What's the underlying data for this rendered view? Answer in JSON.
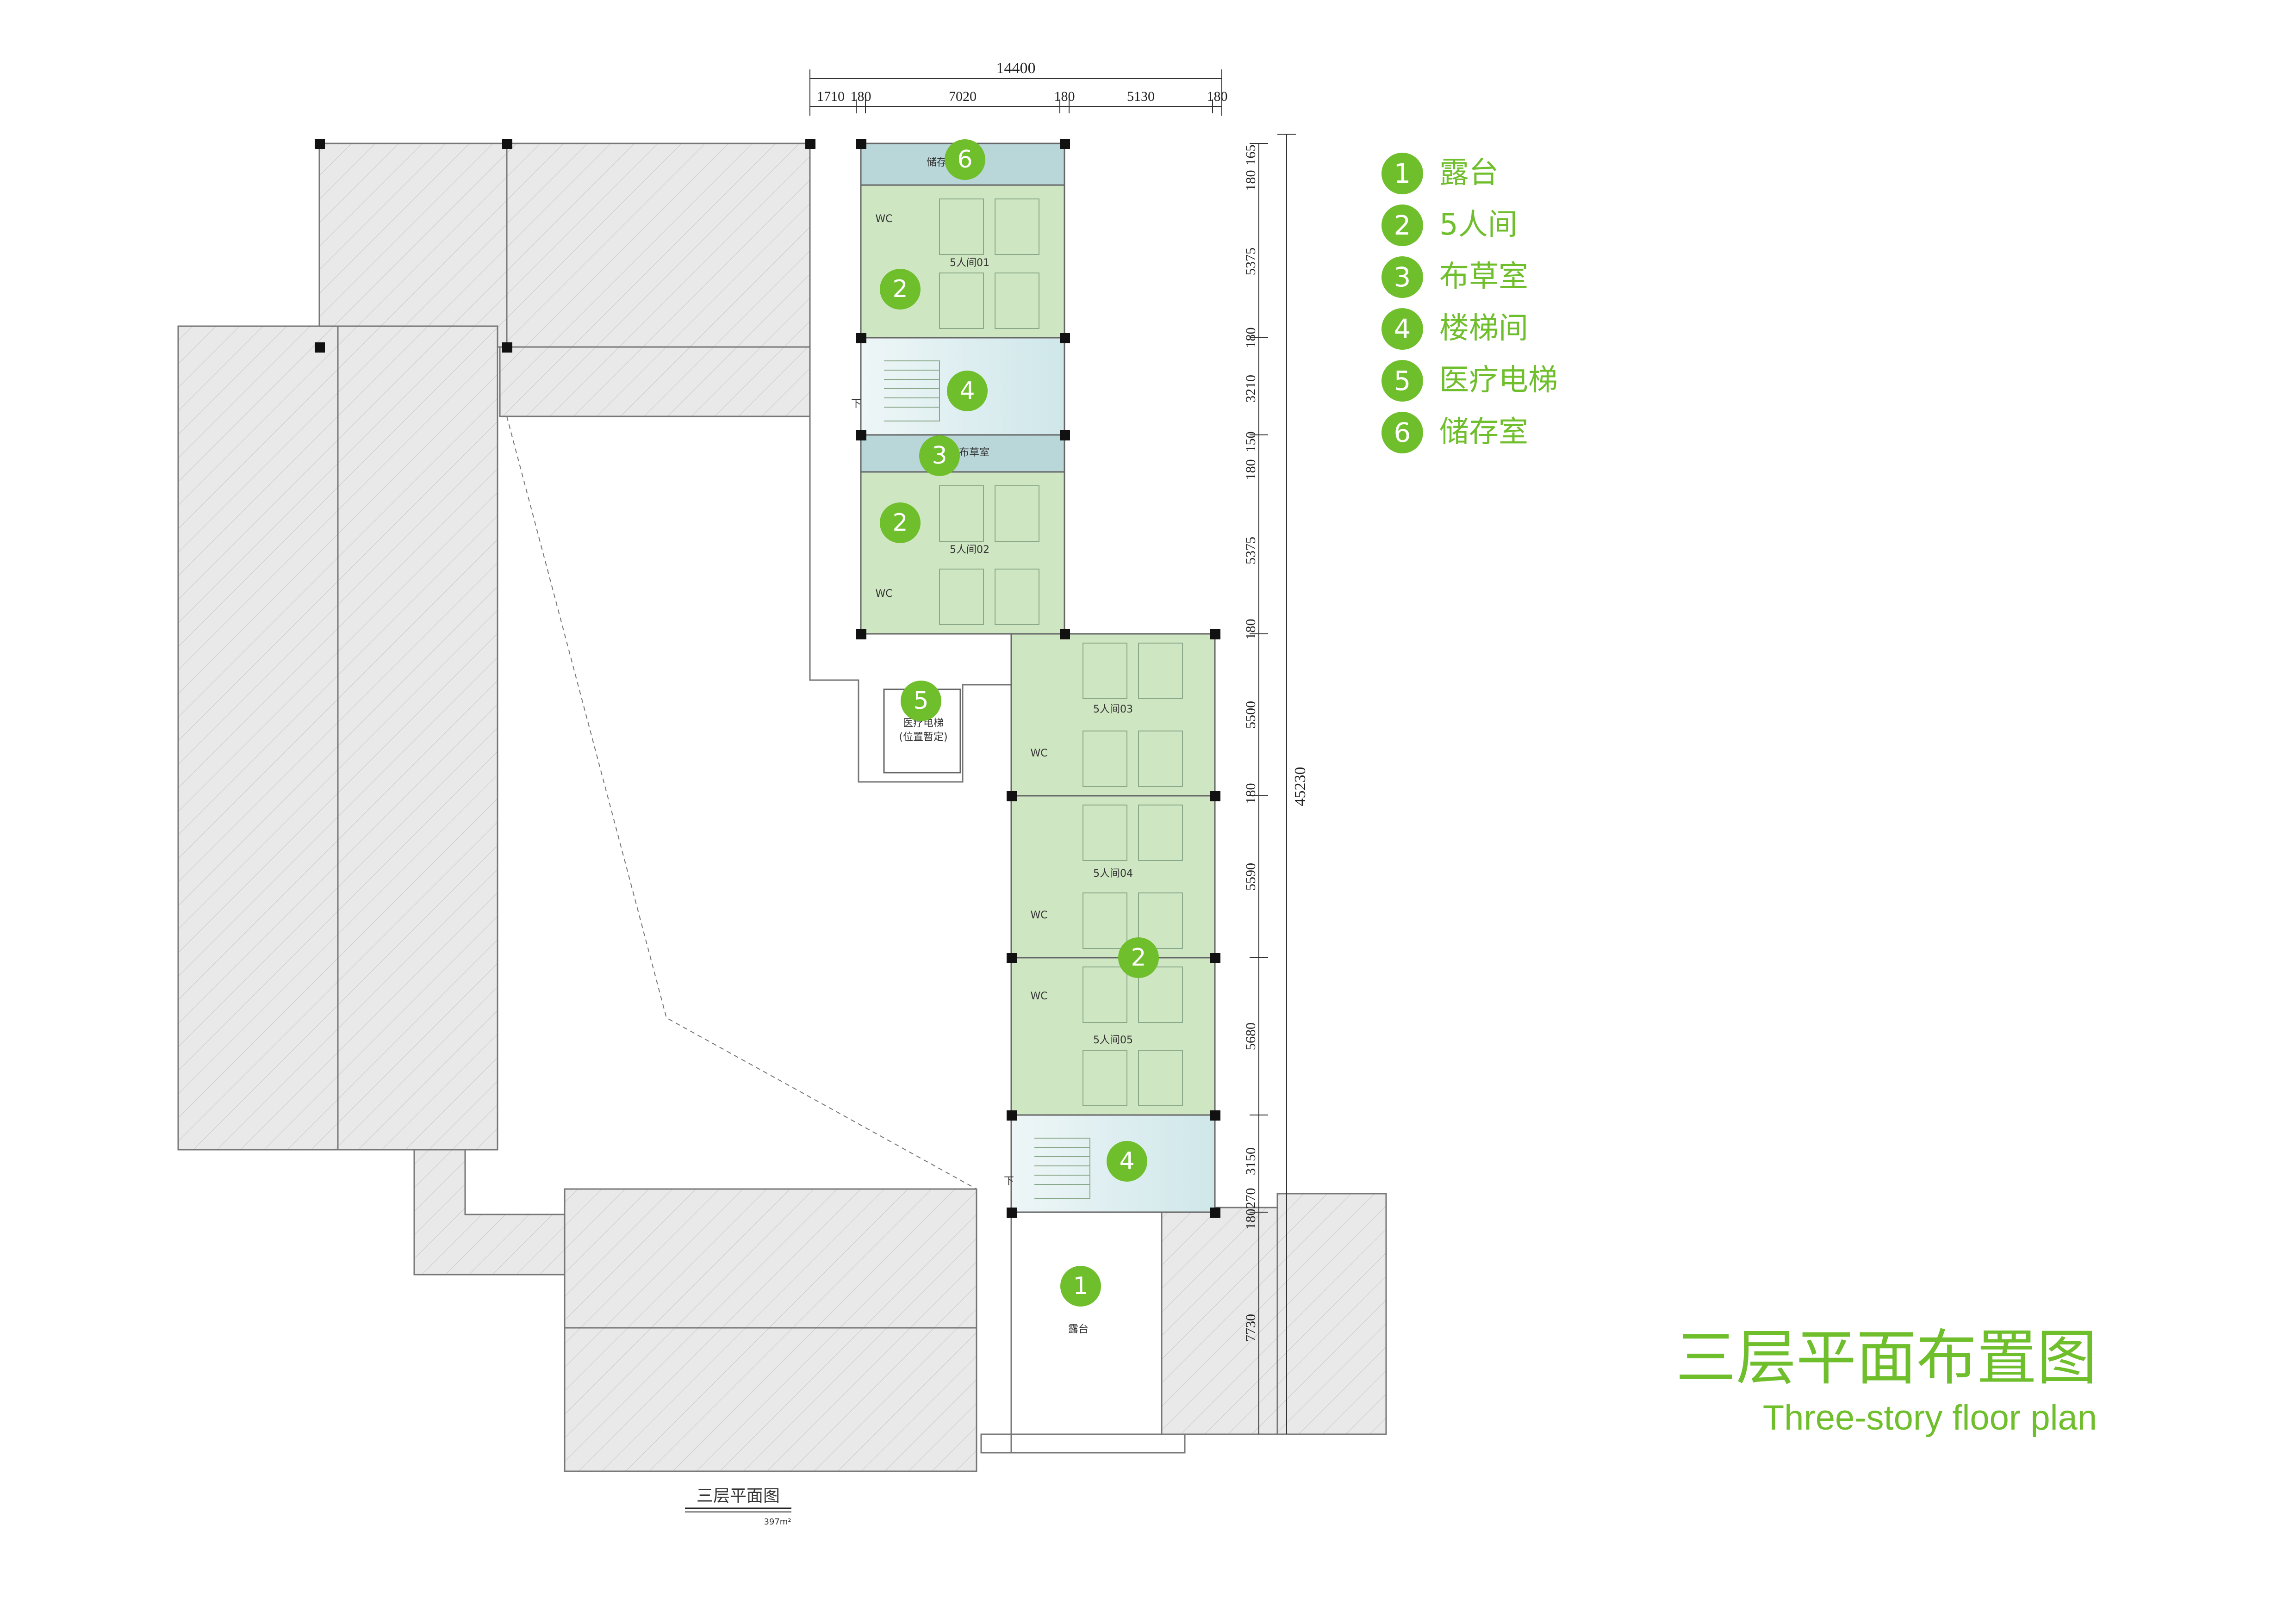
{
  "legend": [
    {
      "num": "1",
      "label": "露台"
    },
    {
      "num": "2",
      "label": "5人间"
    },
    {
      "num": "3",
      "label": "布草室"
    },
    {
      "num": "4",
      "label": "楼梯间"
    },
    {
      "num": "5",
      "label": "医疗电梯"
    },
    {
      "num": "6",
      "label": "储存室"
    }
  ],
  "title": {
    "cn": "三层平面布置图",
    "en": "Three-story floor plan"
  },
  "plan_caption": {
    "title": "三层平面图",
    "area": "397m²"
  },
  "dimensions": {
    "top_total": "14400",
    "top_segments": [
      "1710",
      "180",
      "7020",
      "180",
      "5130",
      "180"
    ],
    "right_total": "45230",
    "right_segments": [
      "180",
      "165",
      "5375",
      "180",
      "3210",
      "180",
      "150",
      "5375",
      "180",
      "5500",
      "180",
      "5590",
      "5680",
      "3150",
      "270",
      "180",
      "7730"
    ]
  },
  "rooms": {
    "storage": "储存室",
    "linen": "布草室",
    "room01": "5人间01",
    "room02": "5人间02",
    "room03": "5人间03",
    "room04": "5人间04",
    "room05": "5人间05",
    "wc": "WC",
    "down": "下",
    "elevator_line1": "医疗电梯",
    "elevator_line2": "(位置暂定)",
    "terrace": "露台"
  },
  "markers": [
    "6",
    "2",
    "4",
    "3",
    "2",
    "5",
    "2",
    "4",
    "1"
  ],
  "colors": {
    "accent": "#6fbe2c",
    "room_fill": "#cfe6c2",
    "hatch_fill": "#e9e9e9",
    "stair_fill": "#dceef0"
  }
}
